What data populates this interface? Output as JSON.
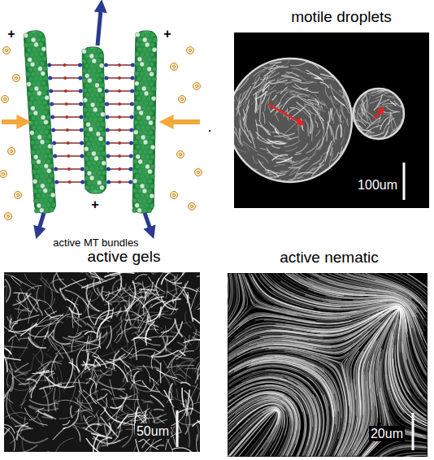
{
  "diagram": {
    "nodes": [
      {
        "text": [
          "motile droplets",
          "100um"
        ]
      },
      {
        "text": [
          "active gels",
          "50um"
        ]
      },
      {
        "text": [
          "active nematic",
          "20um"
        ]
      }
    ],
    "labels": [
      "+",
      "+",
      ".",
      "+",
      "active MT bundles"
    ]
  }
}
